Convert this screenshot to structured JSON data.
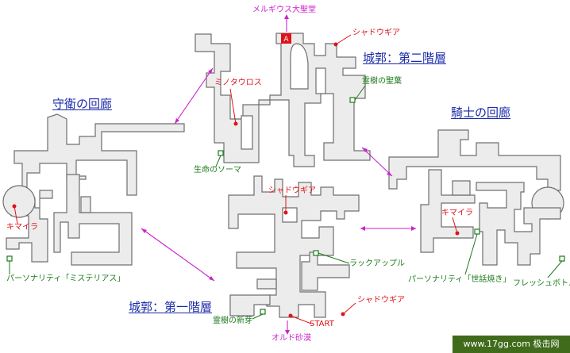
{
  "areas": {
    "guard_corridor": "守衛の回廊",
    "knight_corridor": "騎士の回廊",
    "castle_2f": "城郭：第二階層",
    "castle_1f": "城郭：第一階層"
  },
  "destinations": {
    "top": "メルギウス大聖堂",
    "bottom": "オルド砂漠"
  },
  "start": "START",
  "marker_a": "A",
  "enemies": {
    "shadow_top": "シャドウギア",
    "minotaur": "ミノタウロス",
    "shadow_mid": "シャドウギア",
    "chimera_left": "キマイラ",
    "chimera_right": "キマイラ",
    "shadow_bottom": "シャドウギア"
  },
  "items": {
    "spirit_leaf": "霊樹の聖葉",
    "life_soma": "生命のソーマ",
    "personality_mystery": "パーソナリティ「ミステリアス」",
    "lucky_apple": "ラックアップル",
    "personality_sewa": "パーソナリティ「世話焼き」",
    "fresh_bottle": "フレッシュボトル",
    "spirit_sprout": "霊樹の新芽"
  },
  "footer": {
    "site": "www.17gg.com",
    "brand": "极击网"
  },
  "colors": {
    "area_label": "#1a2aa8",
    "enemy": "#e0121a",
    "item": "#1d7a1d",
    "link": "#cc22cc",
    "floor": "#ececec",
    "wall": "#6f6f6f",
    "footer_bg": "#3f6b1b"
  }
}
